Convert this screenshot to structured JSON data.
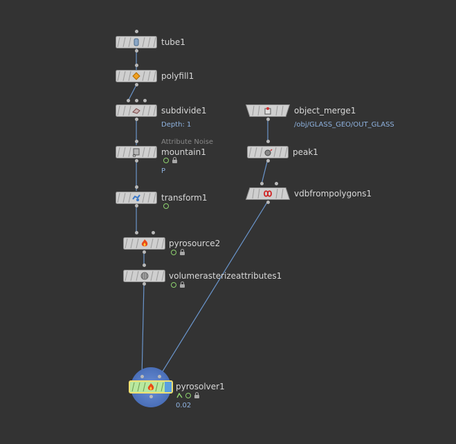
{
  "network": {
    "nodes": [
      {
        "id": "tube1",
        "label": "tube1",
        "icon": "tube-icon"
      },
      {
        "id": "polyfill1",
        "label": "polyfill1",
        "icon": "polyfill-icon"
      },
      {
        "id": "subdivide1",
        "label": "subdivide1",
        "sub": "Depth: 1",
        "icon": "subdivide-icon"
      },
      {
        "id": "mountain1",
        "label": "mountain1",
        "hint": "Attribute Noise",
        "sub": "P",
        "icon": "noise-icon"
      },
      {
        "id": "transform1",
        "label": "transform1",
        "icon": "transform-icon"
      },
      {
        "id": "pyrosource2",
        "label": "pyrosource2",
        "icon": "fire-icon"
      },
      {
        "id": "volumerasterizeattributes1",
        "label": "volumerasterizeattributes1",
        "icon": "volume-icon"
      },
      {
        "id": "object_merge1",
        "label": "object_merge1",
        "sub": "/obj/GLASS_GEO/OUT_GLASS",
        "icon": "object-merge-icon"
      },
      {
        "id": "peak1",
        "label": "peak1",
        "icon": "peak-icon"
      },
      {
        "id": "vdbfrompolygons1",
        "label": "vdbfrompolygons1",
        "icon": "vdb-icon"
      },
      {
        "id": "pyrosolver1",
        "label": "pyrosolver1",
        "sub": "0.02",
        "icon": "pyro-solver-icon"
      }
    ]
  },
  "colors": {
    "background": "#333333",
    "node_fill": "#cfcfcf",
    "wire": "#6a95cc",
    "label": "#d8d8d8",
    "sub_label": "#8fb3e0",
    "display_flag": "#5aa0e0",
    "solver_fill": "#b9e89f"
  }
}
